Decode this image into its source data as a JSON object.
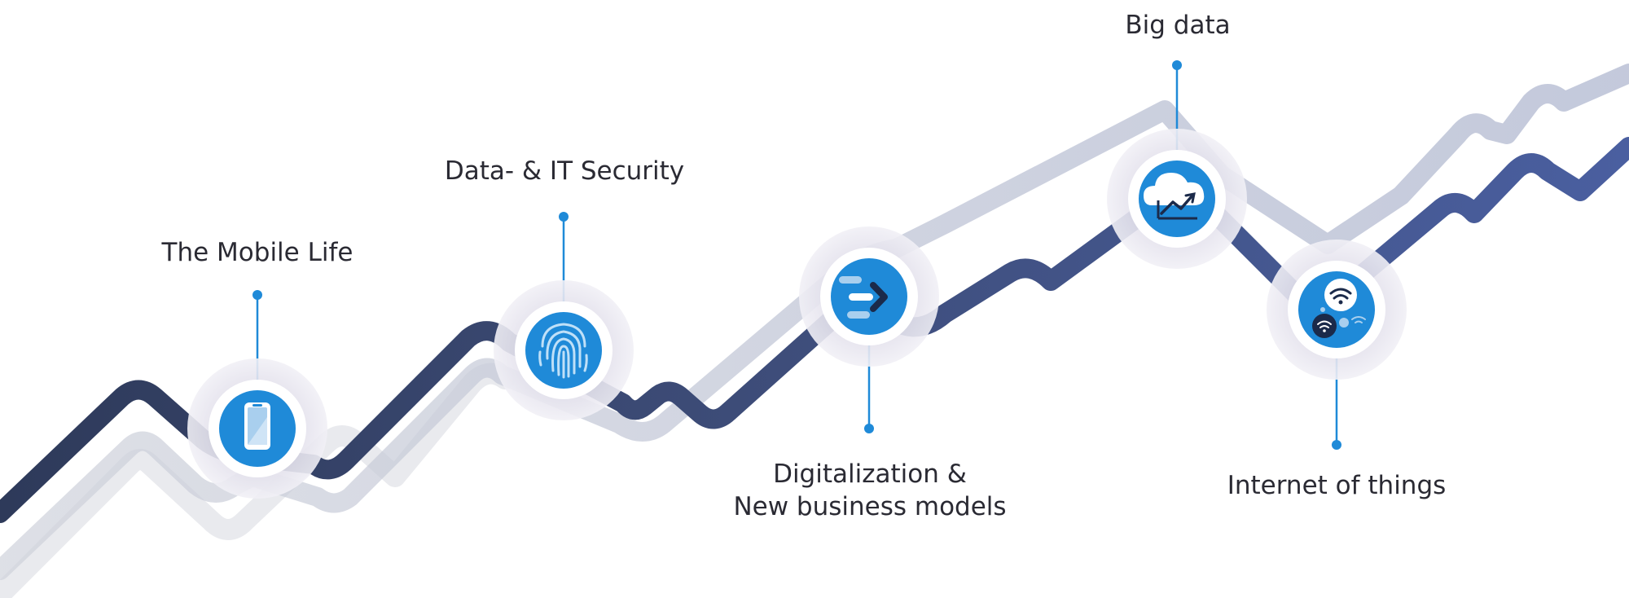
{
  "milestones": [
    {
      "id": "mobile",
      "label": "The Mobile Life",
      "icon": "smartphone-icon"
    },
    {
      "id": "security",
      "label": "Data- & IT Security",
      "icon": "fingerprint-icon"
    },
    {
      "id": "digital",
      "label_lines": [
        "Digitalization &",
        "New business models"
      ],
      "icon": "arrow-transfer-icon"
    },
    {
      "id": "bigdata",
      "label": "Big data",
      "icon": "cloud-chart-icon"
    },
    {
      "id": "iot",
      "label": "Internet of things",
      "icon": "wifi-network-icon"
    }
  ],
  "colors": {
    "accent": "#1f8ad8",
    "path_dark": "#3c4f86",
    "path_light": "#b9bfcf",
    "path_lighter": "#e7e8ec",
    "halo": "#e6e4ee",
    "text": "#2a2a33"
  }
}
